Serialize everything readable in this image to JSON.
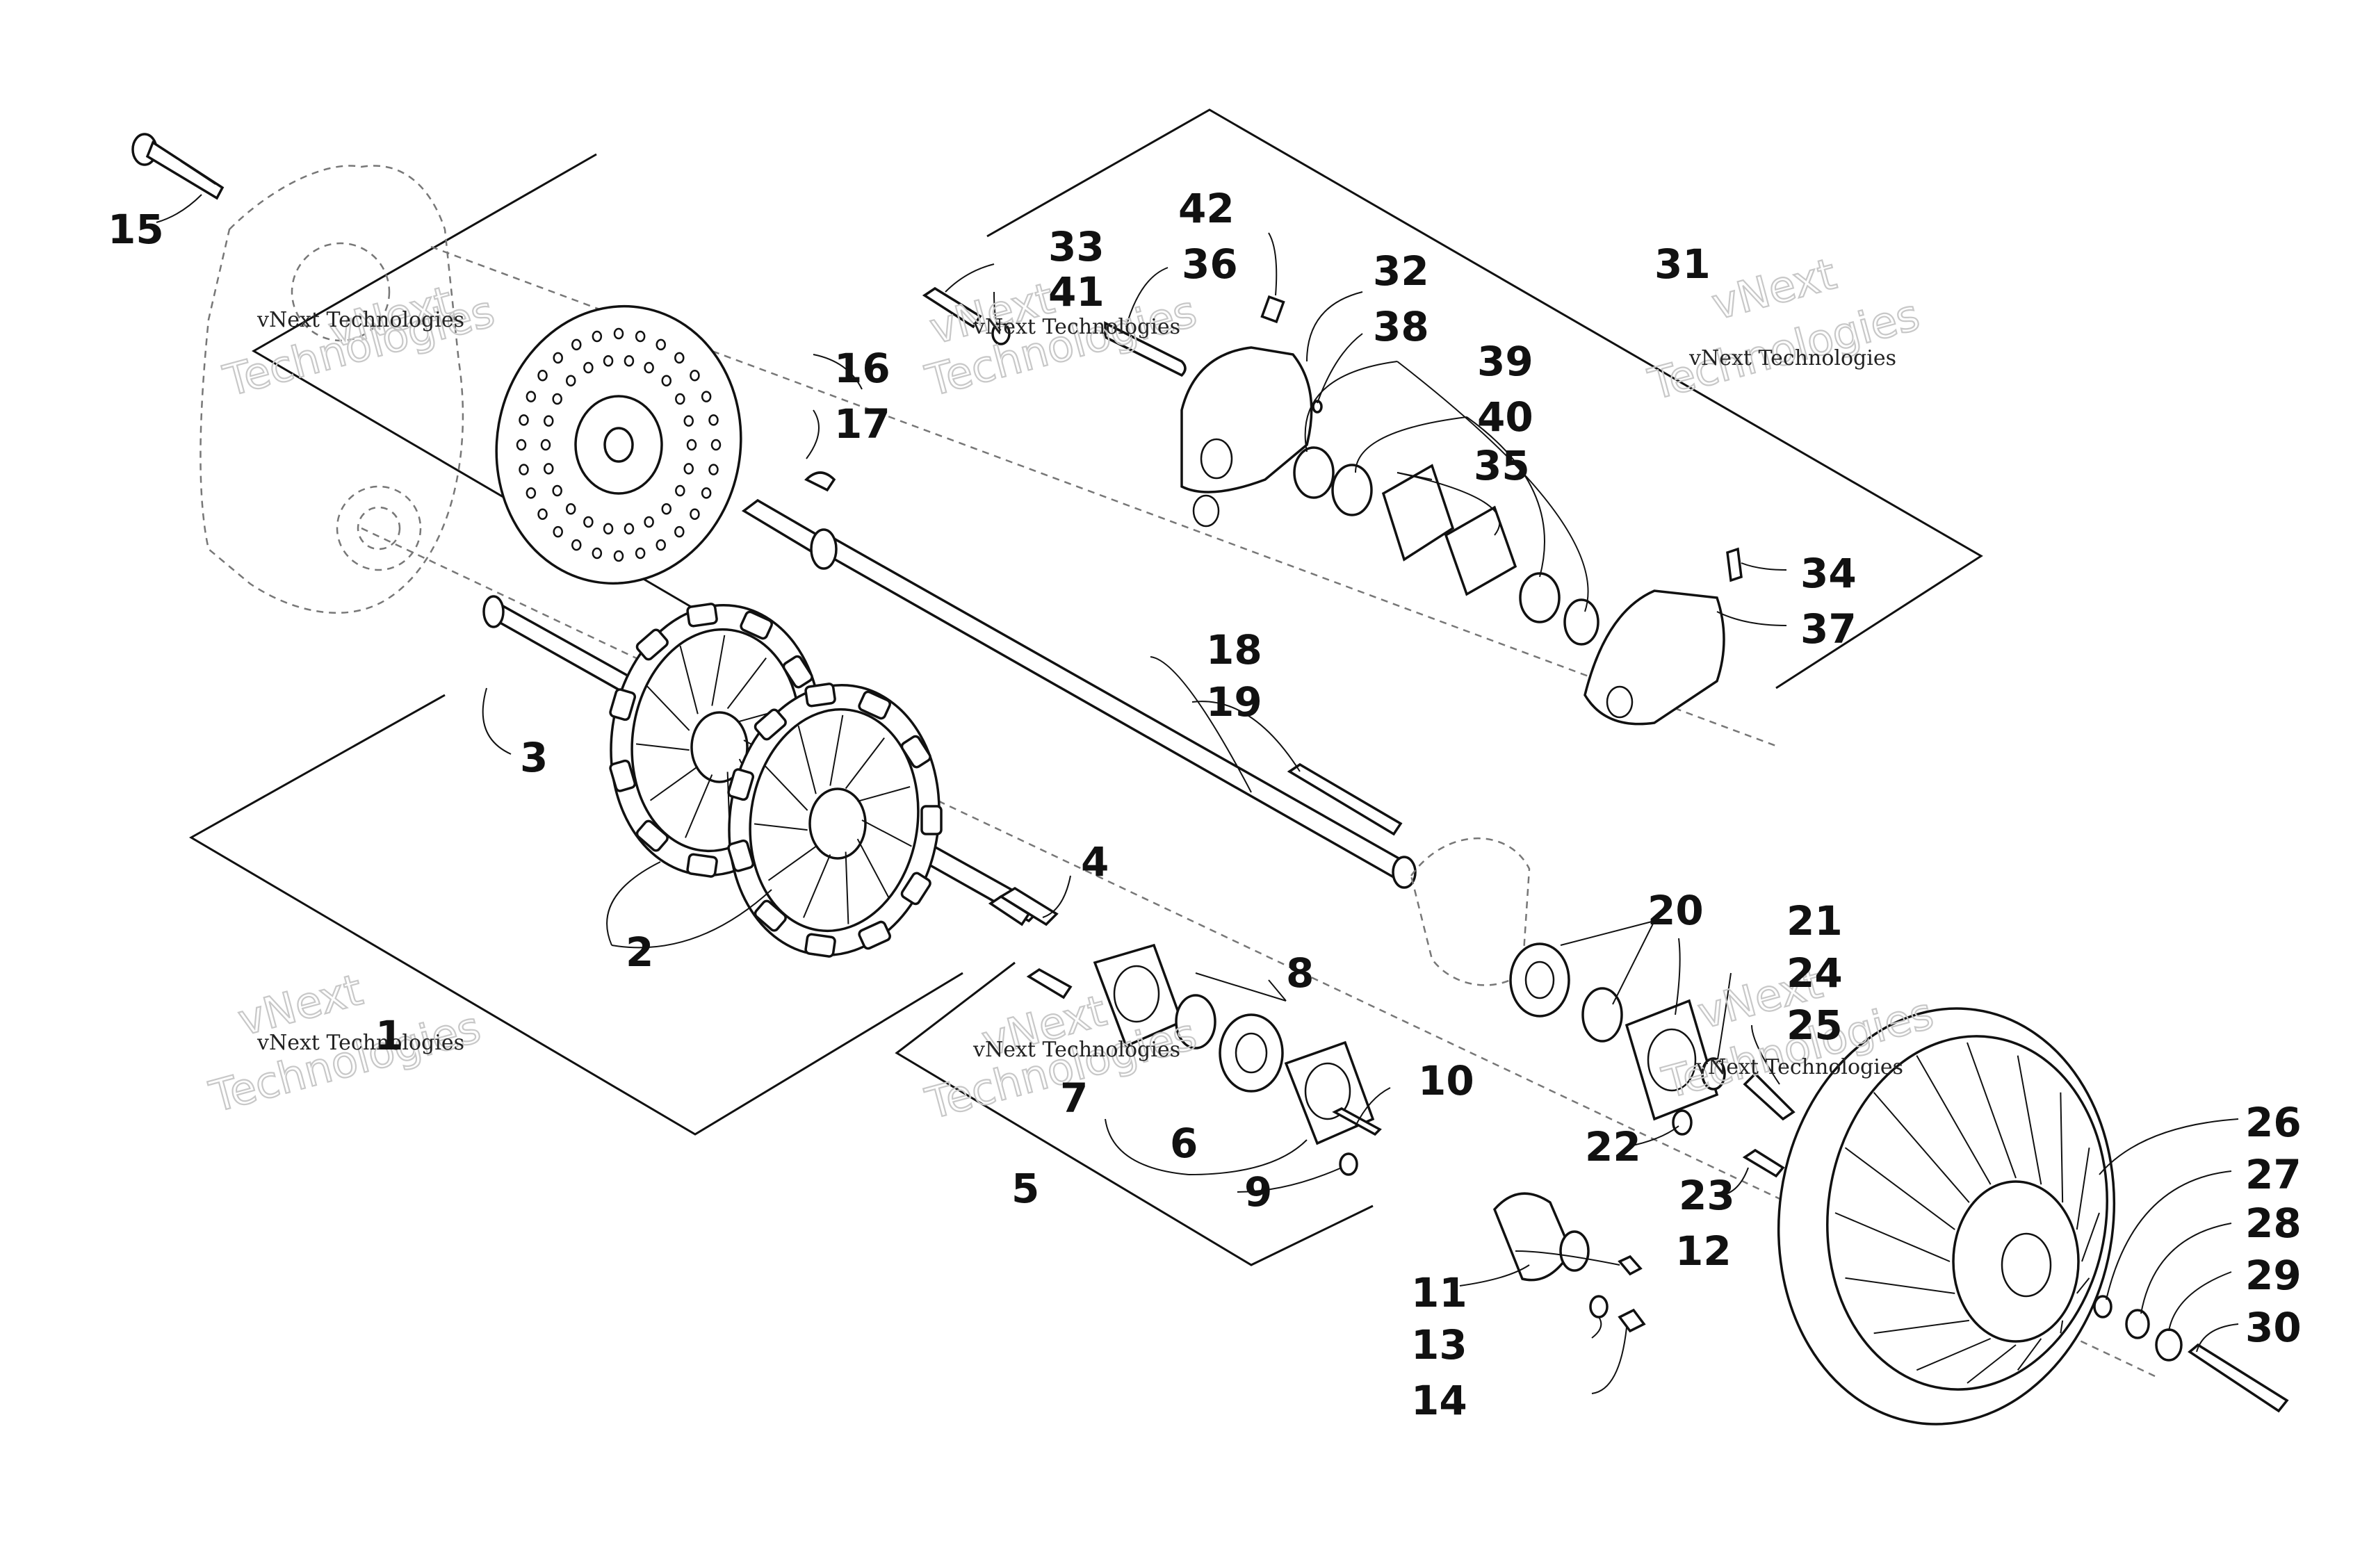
{
  "labels": [
    {
      "id": "1",
      "text": "1"
    },
    {
      "id": "2",
      "text": "2"
    },
    {
      "id": "3",
      "text": "3"
    },
    {
      "id": "4",
      "text": "4"
    },
    {
      "id": "5",
      "text": "5"
    },
    {
      "id": "6",
      "text": "6"
    },
    {
      "id": "7",
      "text": "7"
    },
    {
      "id": "8",
      "text": "8"
    },
    {
      "id": "9",
      "text": "9"
    },
    {
      "id": "10",
      "text": "10"
    },
    {
      "id": "11",
      "text": "11"
    },
    {
      "id": "12",
      "text": "12"
    },
    {
      "id": "13",
      "text": "13"
    },
    {
      "id": "14",
      "text": "14"
    },
    {
      "id": "15",
      "text": "15"
    },
    {
      "id": "16",
      "text": "16"
    },
    {
      "id": "17",
      "text": "17"
    },
    {
      "id": "18",
      "text": "18"
    },
    {
      "id": "19",
      "text": "19"
    },
    {
      "id": "20",
      "text": "20"
    },
    {
      "id": "21",
      "text": "21"
    },
    {
      "id": "22",
      "text": "22"
    },
    {
      "id": "23",
      "text": "23"
    },
    {
      "id": "24",
      "text": "24"
    },
    {
      "id": "25",
      "text": "25"
    },
    {
      "id": "26",
      "text": "26"
    },
    {
      "id": "27",
      "text": "27"
    },
    {
      "id": "28",
      "text": "28"
    },
    {
      "id": "29",
      "text": "29"
    },
    {
      "id": "30",
      "text": "30"
    },
    {
      "id": "31",
      "text": "31"
    },
    {
      "id": "32",
      "text": "32"
    },
    {
      "id": "33",
      "text": "33"
    },
    {
      "id": "34",
      "text": "34"
    },
    {
      "id": "35",
      "text": "35"
    },
    {
      "id": "36",
      "text": "36"
    },
    {
      "id": "37",
      "text": "37"
    },
    {
      "id": "38",
      "text": "38"
    },
    {
      "id": "39",
      "text": "39"
    },
    {
      "id": "40",
      "text": "40"
    },
    {
      "id": "41",
      "text": "41"
    },
    {
      "id": "42",
      "text": "42"
    }
  ],
  "watermark": {
    "small": "vNext Technologies",
    "big_top": "vNext",
    "big_bottom": "Technologies"
  }
}
